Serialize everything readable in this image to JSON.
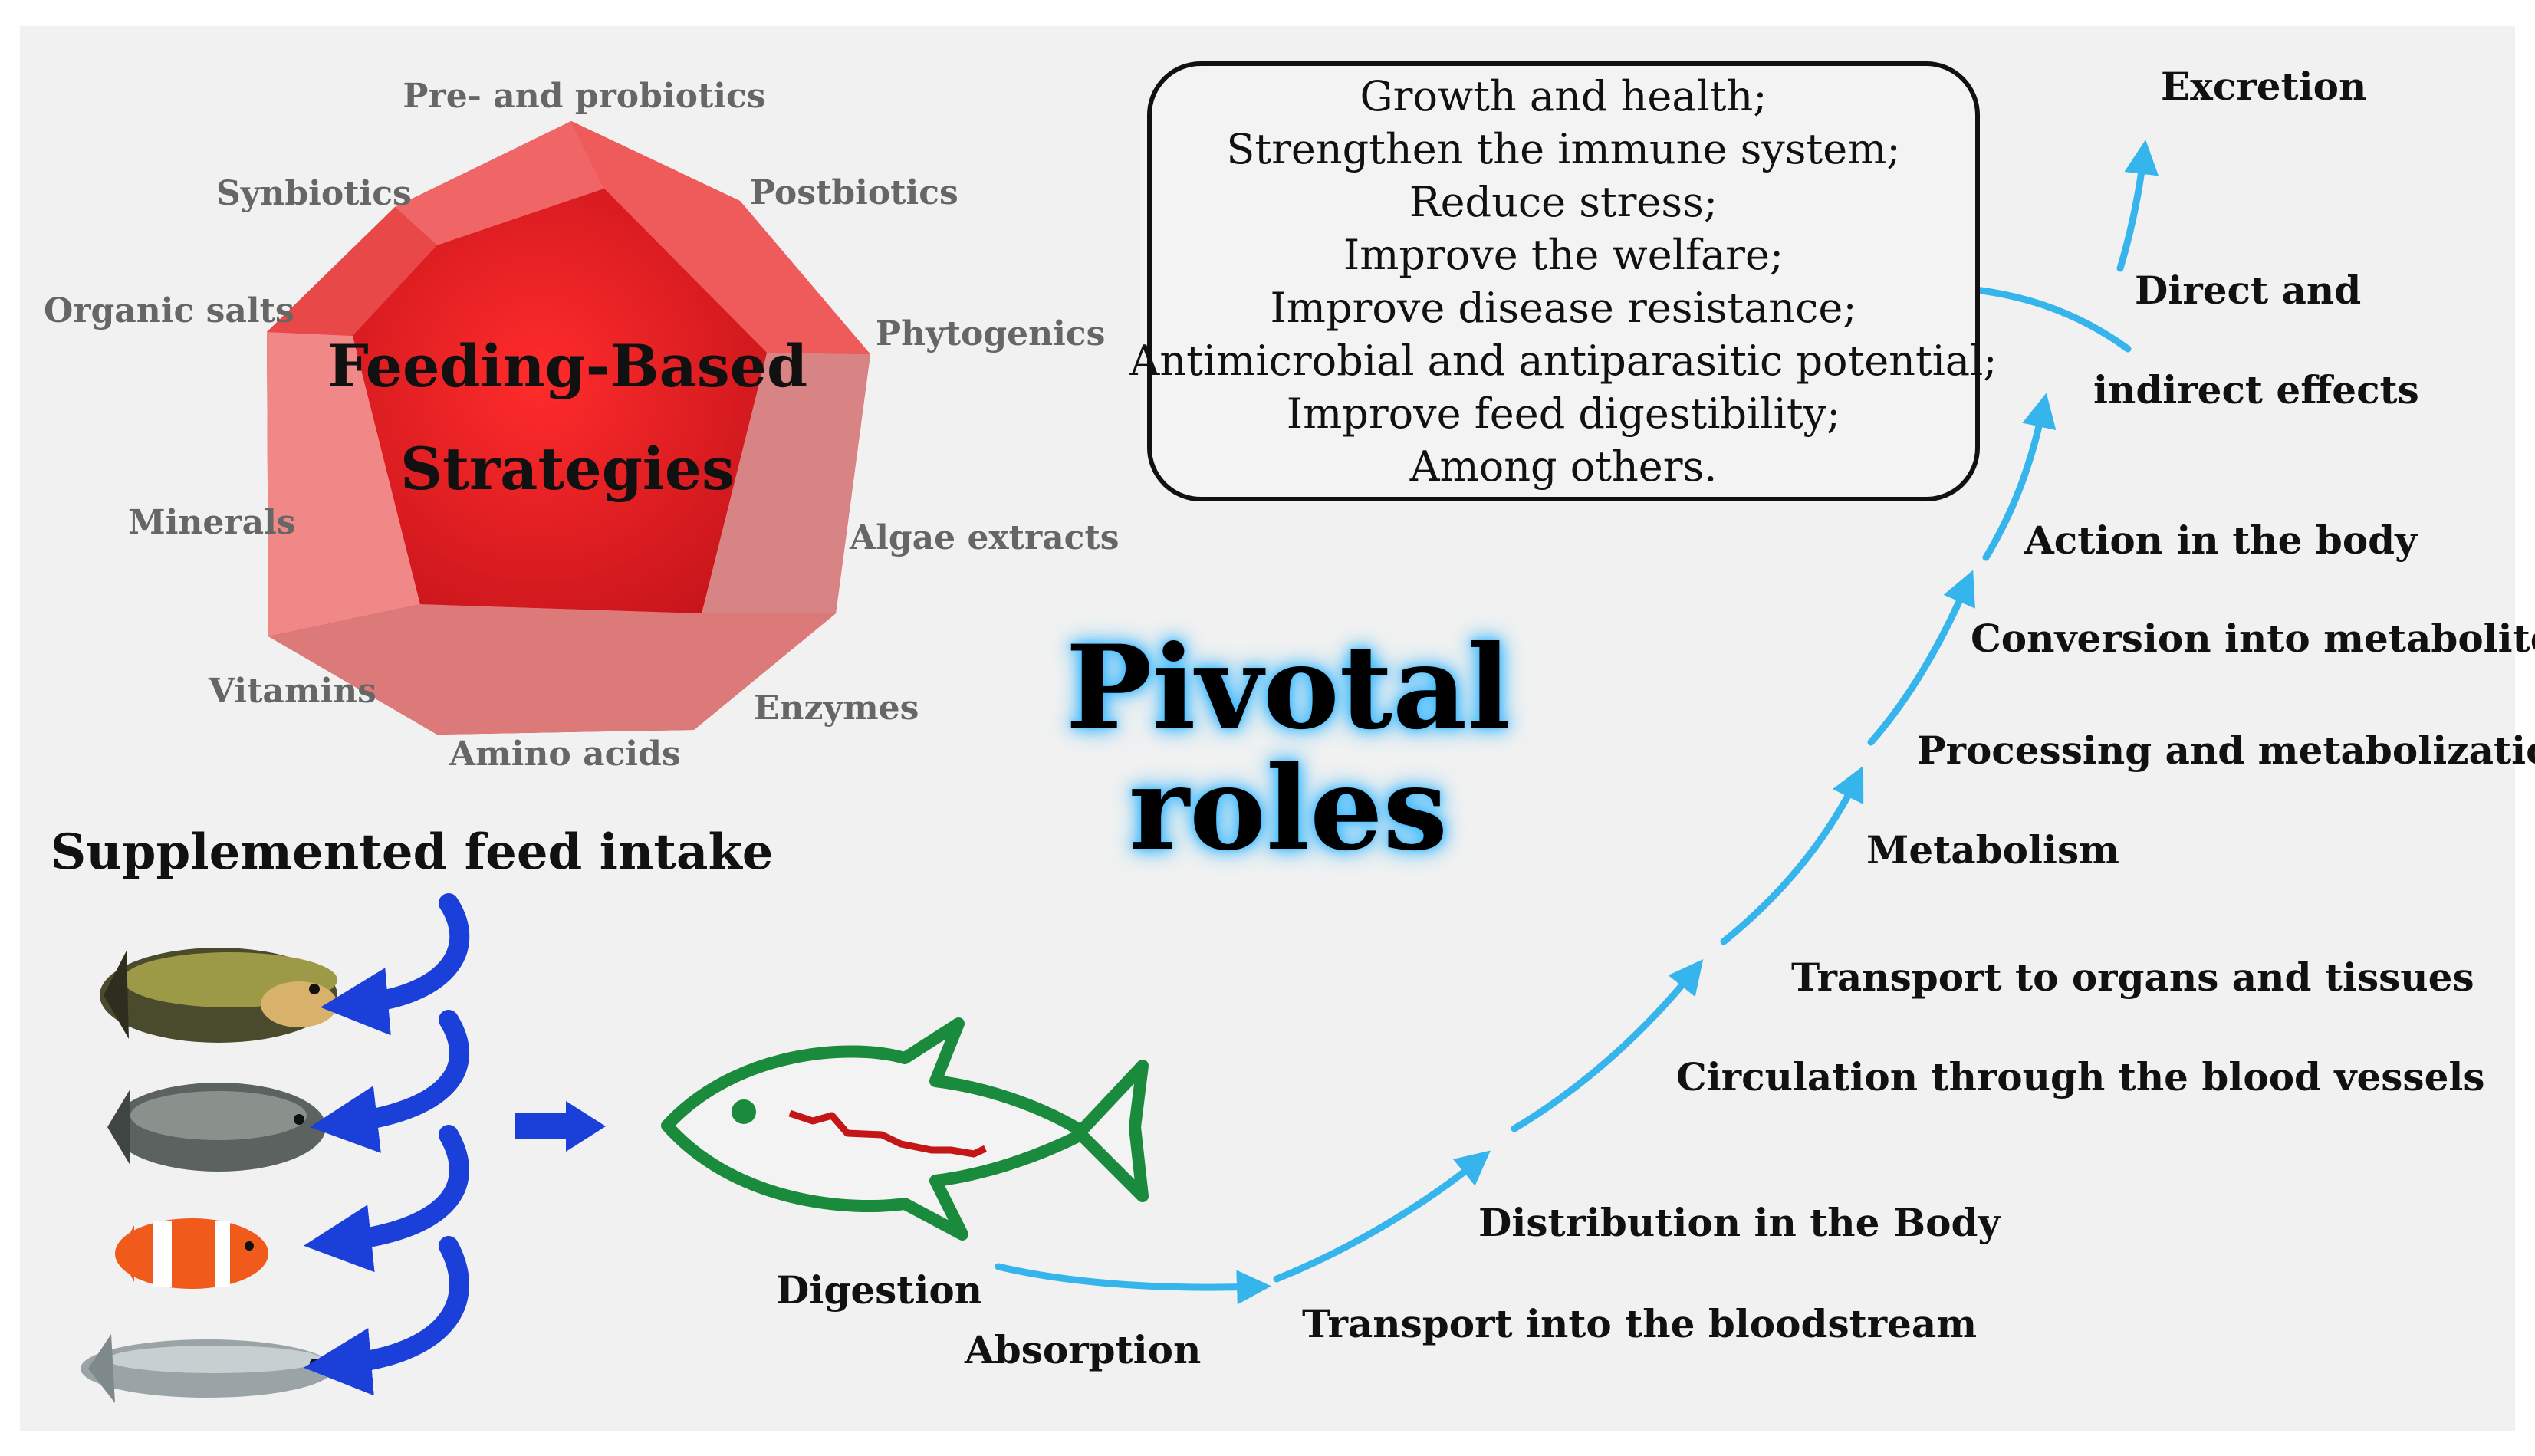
{
  "diagram": {
    "strategy_title_line1": "Feeding-Based",
    "strategy_title_line2": "Strategies",
    "strategies": [
      "Pre- and probiotics",
      "Postbiotics",
      "Phytogenics",
      "Algae extracts",
      "Enzymes",
      "Amino acids",
      "Vitamins",
      "Minerals",
      "Organic salts",
      "Synbiotics"
    ],
    "feed_title": "Supplemented feed intake",
    "center_title_line1": "Pivotal",
    "center_title_line2": "roles",
    "effects": [
      "Growth and health;",
      "Strengthen the immune system;",
      "Reduce stress;",
      "Improve the welfare;",
      "Improve disease resistance;",
      "Antimicrobial and antiparasitic potential;",
      "Improve feed digestibility;",
      "Among others."
    ],
    "steps": {
      "digestion": "Digestion",
      "absorption": "Absorption",
      "transport_bloodstream": "Transport into the bloodstream",
      "distribution": "Distribution in the Body",
      "circulation": "Circulation through the blood vessels",
      "transport_organs": "Transport to organs and tissues",
      "metabolism": "Metabolism",
      "processing": "Processing and metabolization",
      "conversion": "Conversion into metabolites",
      "action": "Action in the body",
      "direct_line1": "Direct and",
      "direct_line2": "indirect effects",
      "excretion": "Excretion"
    },
    "colors": {
      "panel": "#f1f1f1",
      "polygon_red": "#e41e26",
      "arrow_light_blue": "#36b4ec",
      "arrow_dark_blue": "#1b3fd9",
      "fish_outline_green": "#1a8a3c",
      "glow": "#35b6ff"
    }
  }
}
